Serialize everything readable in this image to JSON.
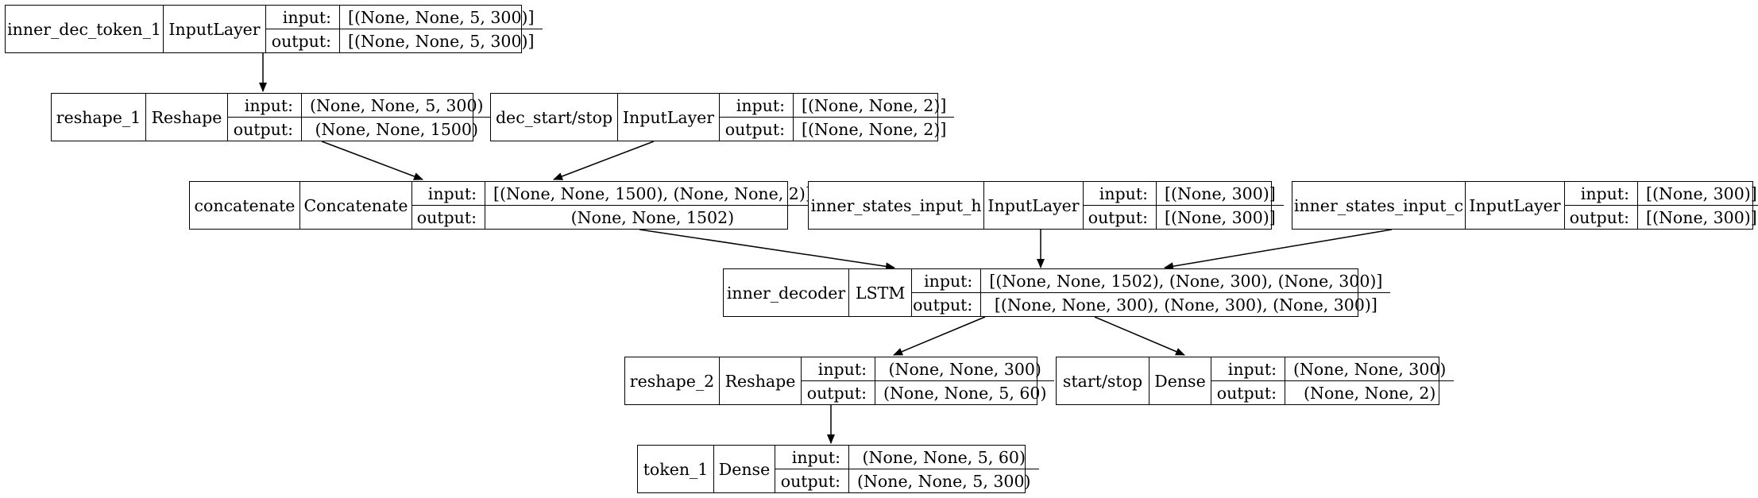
{
  "nodes": [
    {
      "id": "n0",
      "name": "inner_dec_token_1",
      "type": "InputLayer",
      "input": "[(None, None, 5, 300)]",
      "output": "[(None, None, 5, 300)]"
    },
    {
      "id": "n1",
      "name": "reshape_1",
      "type": "Reshape",
      "input": "(None, None, 5, 300)",
      "output": "(None, None, 1500)"
    },
    {
      "id": "n2",
      "name": "dec_start/stop",
      "type": "InputLayer",
      "input": "[(None, None, 2)]",
      "output": "[(None, None, 2)]"
    },
    {
      "id": "n3",
      "name": "concatenate",
      "type": "Concatenate",
      "input": "[(None, None, 1500), (None, None, 2)]",
      "output": "(None, None, 1502)"
    },
    {
      "id": "n4",
      "name": "inner_states_input_h",
      "type": "InputLayer",
      "input": "[(None, 300)]",
      "output": "[(None, 300)]"
    },
    {
      "id": "n5",
      "name": "inner_states_input_c",
      "type": "InputLayer",
      "input": "[(None, 300)]",
      "output": "[(None, 300)]"
    },
    {
      "id": "n6",
      "name": "inner_decoder",
      "type": "LSTM",
      "input": "[(None, None, 1502), (None, 300), (None, 300)]",
      "output": "[(None, None, 300), (None, 300), (None, 300)]"
    },
    {
      "id": "n7",
      "name": "reshape_2",
      "type": "Reshape",
      "input": "(None, None, 300)",
      "output": "(None, None, 5, 60)"
    },
    {
      "id": "n8",
      "name": "start/stop",
      "type": "Dense",
      "input": "(None, None, 300)",
      "output": "(None, None, 2)"
    },
    {
      "id": "n9",
      "name": "token_1",
      "type": "Dense",
      "input": "(None, None, 5, 60)",
      "output": "(None, None, 5, 300)"
    }
  ],
  "edges": [
    {
      "from": "n0",
      "to": "n1"
    },
    {
      "from": "n1",
      "to": "n3"
    },
    {
      "from": "n2",
      "to": "n3"
    },
    {
      "from": "n3",
      "to": "n6"
    },
    {
      "from": "n4",
      "to": "n6"
    },
    {
      "from": "n5",
      "to": "n6"
    },
    {
      "from": "n6",
      "to": "n7"
    },
    {
      "from": "n6",
      "to": "n8"
    },
    {
      "from": "n7",
      "to": "n9"
    }
  ],
  "labels": {
    "input": "input:",
    "output": "output:"
  }
}
